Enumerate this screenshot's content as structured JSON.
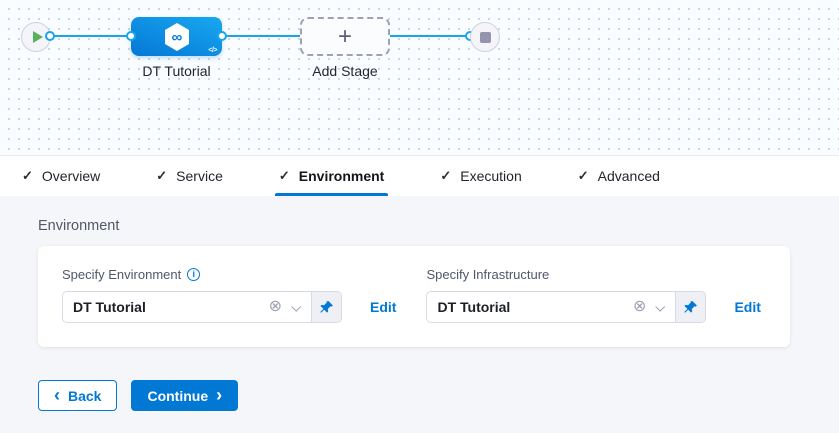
{
  "icons": {
    "check": "✓",
    "plus": "+",
    "clear": "⊗",
    "info": "i",
    "code": "</>",
    "infinity": "∞",
    "back_chevron": "‹",
    "continue_chevron": "›"
  },
  "pipeline": {
    "stage_label": "DT Tutorial",
    "add_stage_label": "Add Stage"
  },
  "tabs": [
    {
      "label": "Overview"
    },
    {
      "label": "Service"
    },
    {
      "label": "Environment"
    },
    {
      "label": "Execution"
    },
    {
      "label": "Advanced"
    }
  ],
  "active_tab": "Environment",
  "section": {
    "title": "Environment"
  },
  "fields": {
    "environment": {
      "label": "Specify Environment",
      "value": "DT Tutorial",
      "edit_label": "Edit"
    },
    "infrastructure": {
      "label": "Specify Infrastructure",
      "value": "DT Tutorial",
      "edit_label": "Edit"
    }
  },
  "footer": {
    "back_label": "Back",
    "continue_label": "Continue"
  },
  "colors": {
    "accent": "#0278d5",
    "connector_blue": "#18a6e8",
    "stage_node_blue": "#0b93e6",
    "play_green": "#56b25f",
    "stop_gray": "#9495ac",
    "content_bg": "#f4f6f9",
    "canvas_bg": "#fafdff"
  }
}
